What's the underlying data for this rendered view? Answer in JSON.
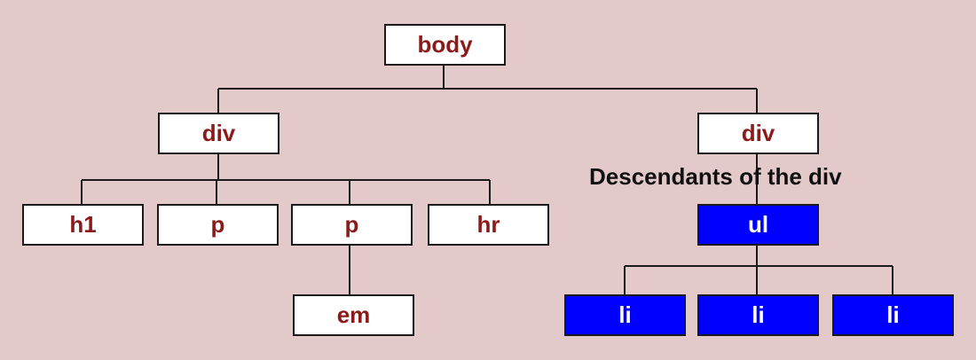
{
  "diagram": {
    "caption": "Descendants of the div",
    "nodes": {
      "body": "body",
      "div_left": "div",
      "div_right": "div",
      "h1": "h1",
      "p1": "p",
      "p2": "p",
      "hr": "hr",
      "em": "em",
      "ul": "ul",
      "li1": "li",
      "li2": "li",
      "li3": "li"
    }
  },
  "colors": {
    "background": "#e3c9c9",
    "node_fill": "#ffffff",
    "node_text": "#8b1a1a",
    "descendant_fill": "#0000ff",
    "descendant_text": "#ffffff",
    "edge": "#1a1a1a"
  }
}
